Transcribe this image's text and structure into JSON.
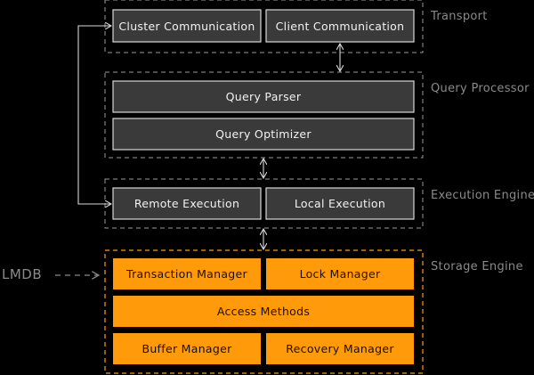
{
  "colors": {
    "background": "#000000",
    "dark_box_fill": "#3a3a3a",
    "dark_box_stroke": "#d8d8d8",
    "dark_box_text": "#f2f2f2",
    "storage_box_fill": "#ff9b0a",
    "storage_box_text": "#1a1000",
    "storage_border": "#ff9b0a",
    "layer_border": "#9a9a9a",
    "label_text": "#8a8a8a",
    "arrow": "#d8d8d8"
  },
  "layers": [
    {
      "key": "transport",
      "label": "Transport",
      "boxes": [
        {
          "key": "cluster_communication",
          "label": "Cluster Communication"
        },
        {
          "key": "client_communication",
          "label": "Client Communication"
        }
      ]
    },
    {
      "key": "query_processor",
      "label": "Query Processor",
      "boxes": [
        {
          "key": "query_parser",
          "label": "Query Parser"
        },
        {
          "key": "query_optimizer",
          "label": "Query Optimizer"
        }
      ]
    },
    {
      "key": "execution_engine",
      "label": "Execution Engine",
      "boxes": [
        {
          "key": "remote_execution",
          "label": "Remote Execution"
        },
        {
          "key": "local_execution",
          "label": "Local Execution"
        }
      ]
    },
    {
      "key": "storage_engine",
      "label": "Storage Engine",
      "boxes": [
        {
          "key": "transaction_manager",
          "label": "Transaction Manager"
        },
        {
          "key": "lock_manager",
          "label": "Lock Manager"
        },
        {
          "key": "access_methods",
          "label": "Access Methods"
        },
        {
          "key": "buffer_manager",
          "label": "Buffer Manager"
        },
        {
          "key": "recovery_manager",
          "label": "Recovery Manager"
        }
      ]
    }
  ],
  "external": {
    "label": "LMDB"
  }
}
